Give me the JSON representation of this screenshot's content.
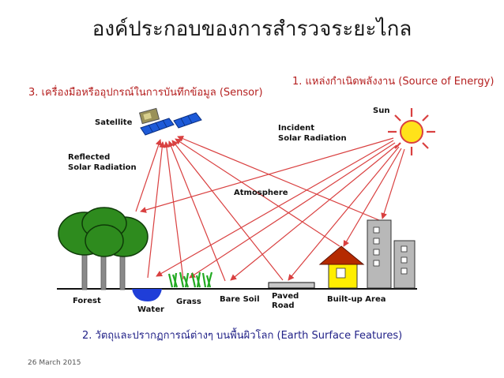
{
  "title": "องค์ประกอบของการสำรวจระยะไกล",
  "captions": {
    "source": "1. แหล่งกำเนิดพลังงาน (Source of Energy)",
    "sensor": "3. เครื่องมือหรืออุปกรณ์ในการบันทึกข้อมูล (Sensor)",
    "features": "2. วัตถุและปรากฏการณ์ต่างๆ บนพื้นผิวโลก (Earth Surface Features)"
  },
  "labels": {
    "satellite": "Satellite",
    "sun": "Sun",
    "incident_1": "Incident",
    "incident_2": "Solar Radiation",
    "reflected_1": "Reflected",
    "reflected_2": "Solar Radiation",
    "atmosphere": "Atmosphere",
    "forest": "Forest",
    "water": "Water",
    "grass": "Grass",
    "bare_soil": "Bare Soil",
    "paved_1": "Paved",
    "paved_2": "Road",
    "builtup": "Built-up Area"
  },
  "date": "26 March 2015",
  "colors": {
    "ray": "#d94040",
    "sun": "#ffe21a",
    "tree": "#2e8b1e",
    "water": "#1f3ed8",
    "grass": "#22aa22",
    "house_roof": "#b52a00",
    "house_wall": "#ffee00",
    "building": "#b8b8b8"
  }
}
